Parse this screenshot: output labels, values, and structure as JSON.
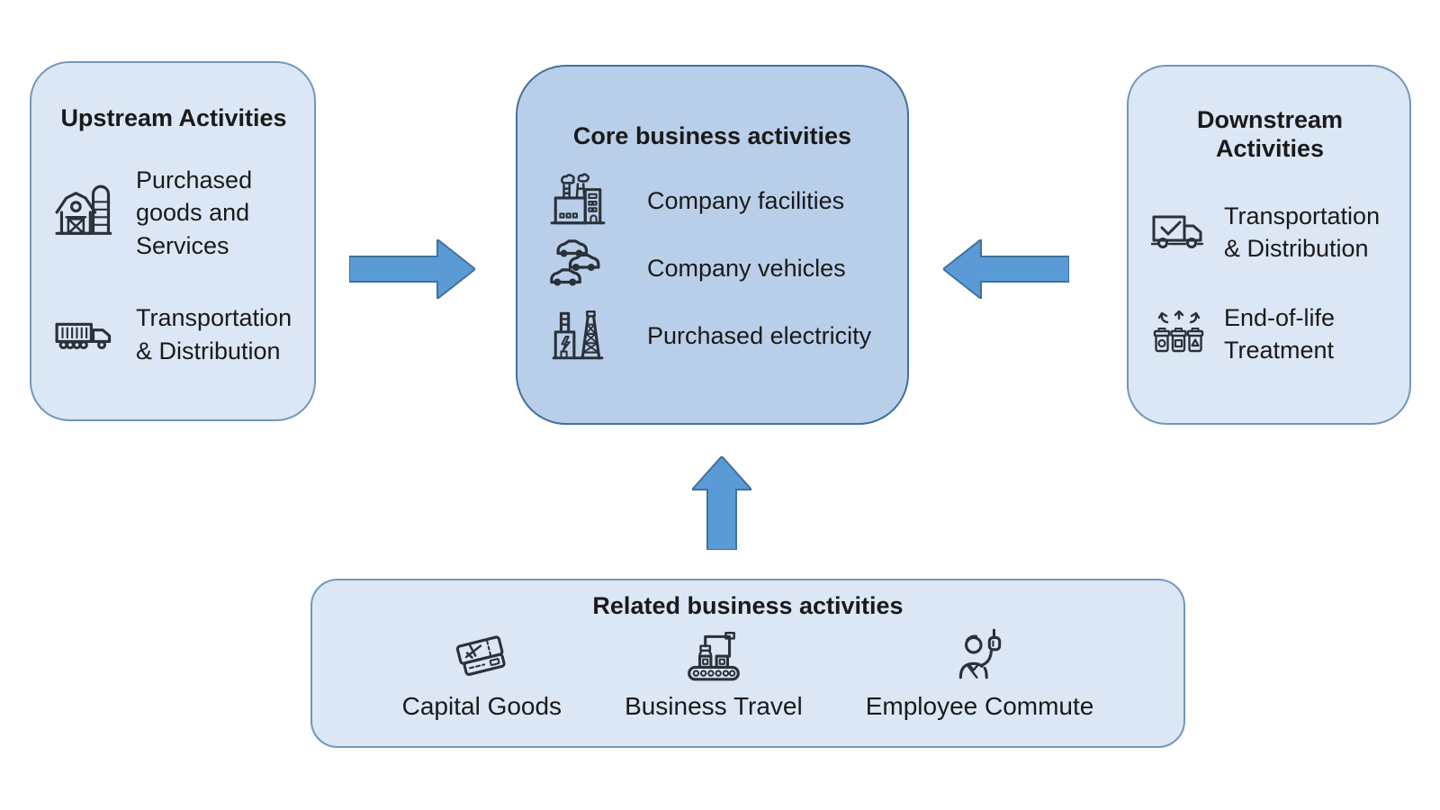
{
  "colors": {
    "light_box_fill": "#dbe7f5",
    "light_box_border": "#7396ba",
    "core_box_fill": "#b9cfe9",
    "core_box_border": "#41719c",
    "arrow_fill": "#5b9bd5",
    "arrow_border": "#41719c",
    "text": "#1a1a1a",
    "icon_stroke": "#2a3139"
  },
  "upstream": {
    "title": "Upstream Activities",
    "items": [
      {
        "icon": "barn-icon",
        "label": "Purchased\ngoods and\nServices"
      },
      {
        "icon": "truck-icon",
        "label": "Transportation\n& Distribution"
      }
    ]
  },
  "core": {
    "title": "Core business activities",
    "items": [
      {
        "icon": "factory-icon",
        "label": "Company facilities"
      },
      {
        "icon": "cars-icon",
        "label": "Company vehicles"
      },
      {
        "icon": "power-plant-icon",
        "label": "Purchased electricity"
      }
    ]
  },
  "downstream": {
    "title": "Downstream\nActivities",
    "items": [
      {
        "icon": "delivery-truck-icon",
        "label": "Transportation\n& Distribution"
      },
      {
        "icon": "recycle-bins-icon",
        "label": "End-of-life\nTreatment"
      }
    ]
  },
  "related": {
    "title": "Related business activities",
    "items": [
      {
        "icon": "tickets-icon",
        "label": "Capital Goods"
      },
      {
        "icon": "conveyor-icon",
        "label": "Business Travel"
      },
      {
        "icon": "commuter-icon",
        "label": "Employee Commute"
      }
    ]
  },
  "arrows": [
    {
      "name": "arrow-upstream-to-core",
      "direction": "right"
    },
    {
      "name": "arrow-downstream-to-core",
      "direction": "left"
    },
    {
      "name": "arrow-related-to-core",
      "direction": "up"
    }
  ]
}
